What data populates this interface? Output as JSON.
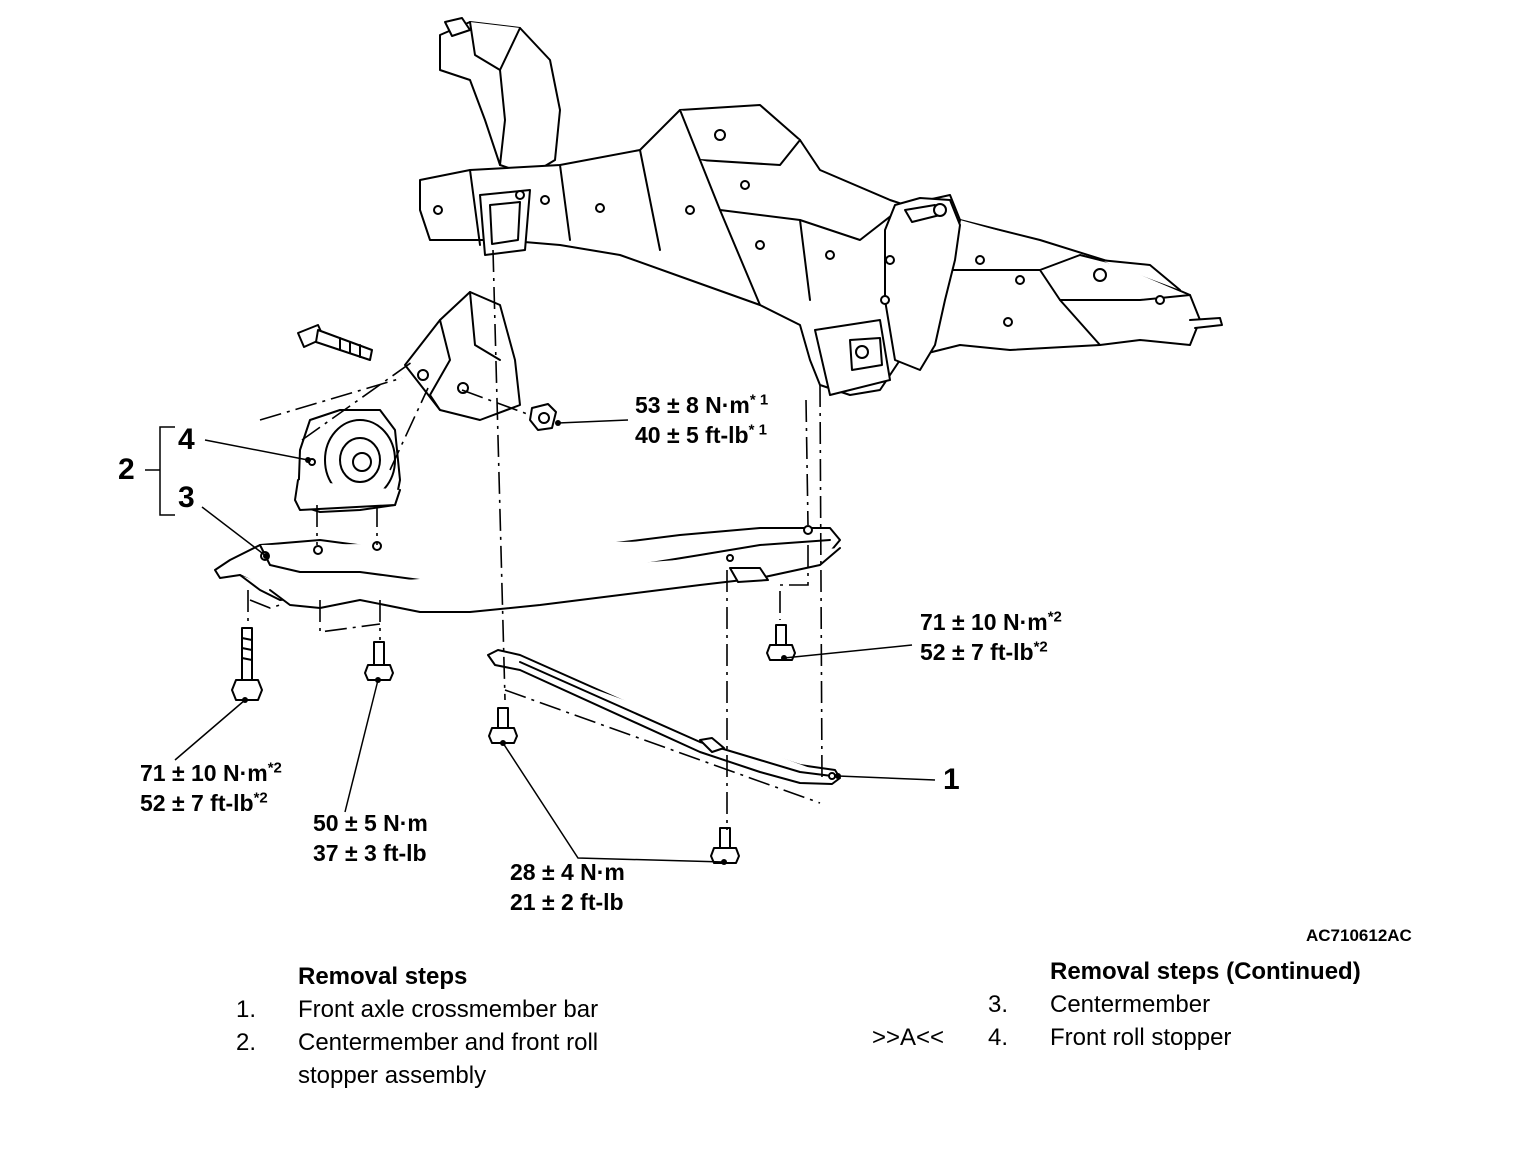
{
  "callouts": {
    "c1": "1",
    "c2": "2",
    "c3": "3",
    "c4": "4"
  },
  "torques": {
    "t_roll_stopper_nut": {
      "nm": "53 ± 8 N·m",
      "nm_mark": "* 1",
      "ftlb": "40 ± 5 ft-lb",
      "ftlb_mark": "* 1"
    },
    "t_centermember_right": {
      "nm": "71 ± 10 N·m",
      "nm_mark": "*2",
      "ftlb": "52 ± 7 ft-lb",
      "ftlb_mark": "*2"
    },
    "t_centermember_left": {
      "nm": "71 ± 10 N·m",
      "nm_mark": "*2",
      "ftlb": "52 ± 7 ft-lb",
      "ftlb_mark": "*2"
    },
    "t_roll_stopper_bolt": {
      "nm": "50 ± 5 N·m",
      "ftlb": "37 ± 3 ft-lb"
    },
    "t_crossmember_bar": {
      "nm": "28 ± 4 N·m",
      "ftlb": "21 ± 2 ft-lb"
    }
  },
  "figure_code": "AC710612AC",
  "removal_steps": {
    "heading": "Removal steps",
    "items": [
      {
        "num": "1.",
        "text": "Front axle crossmember bar"
      },
      {
        "num": "2.",
        "text": "Centermember and front roll"
      },
      {
        "num": "",
        "text": "stopper assembly"
      }
    ]
  },
  "removal_steps_continued": {
    "heading": "Removal steps (Continued)",
    "items": [
      {
        "mark": "",
        "num": "3.",
        "text": "Centermember"
      },
      {
        "mark": ">>A<<",
        "num": "4.",
        "text": "Front roll stopper"
      }
    ]
  }
}
